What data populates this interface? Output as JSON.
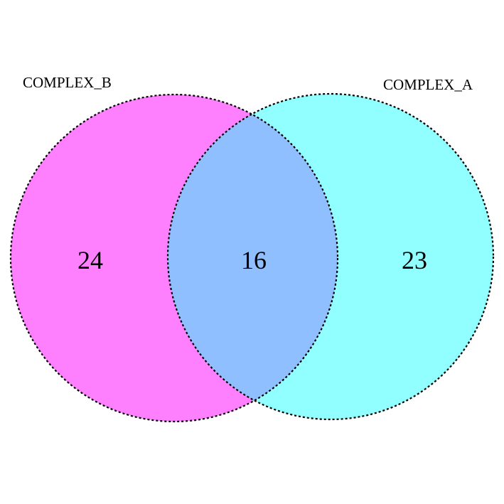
{
  "venn": {
    "sets": [
      {
        "name": "COMPLEX_B",
        "color": "#ff00ff"
      },
      {
        "name": "COMPLEX_A",
        "color": "#00ffff"
      }
    ],
    "counts": {
      "only_b": "24",
      "both": "16",
      "only_a": "23"
    },
    "overlap_color": "#8fbfff",
    "fill_opacity": 0.5
  }
}
